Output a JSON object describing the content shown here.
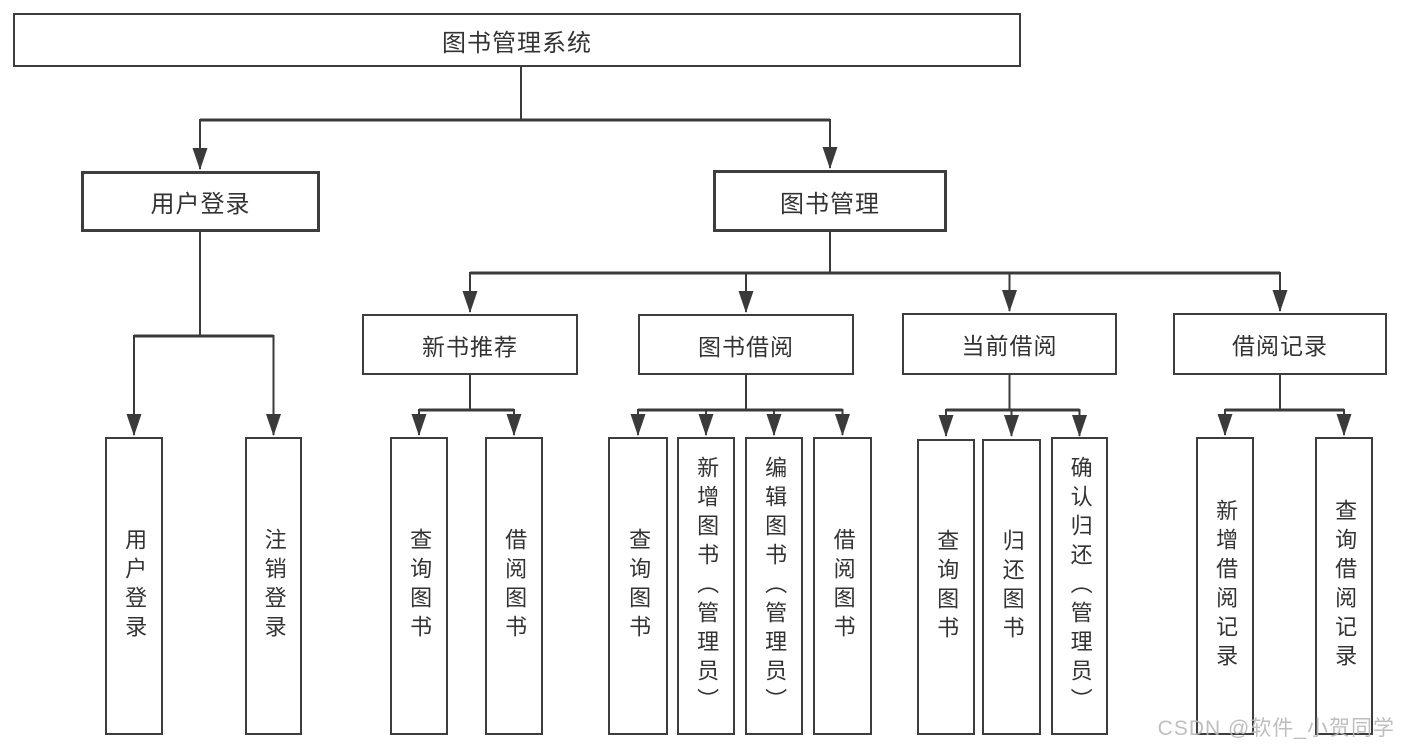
{
  "diagram": {
    "root": {
      "label": "图书管理系统"
    },
    "level2": {
      "user_login": {
        "label": "用户登录"
      },
      "book_mgmt": {
        "label": "图书管理"
      }
    },
    "level3": {
      "new_books": {
        "label": "新书推荐"
      },
      "borrowing": {
        "label": "图书借阅"
      },
      "current": {
        "label": "当前借阅"
      },
      "records": {
        "label": "借阅记录"
      }
    },
    "leaves": {
      "user_login": [
        "用户登录",
        "注销登录"
      ],
      "new_books": [
        "查询图书",
        "借阅图书"
      ],
      "borrowing": [
        "查询图书",
        "新增图书（管理员）",
        "编辑图书（管理员）",
        "借阅图书"
      ],
      "current": [
        "查询图书",
        "归还图书",
        "确认归还（管理员）"
      ],
      "records": [
        "新增借阅记录",
        "查询借阅记录"
      ]
    }
  },
  "watermark": {
    "text": "CSDN @软件_小贺同学"
  },
  "colors": {
    "line": "#3a3a3a",
    "border": "#3d3d3d",
    "text": "#333333",
    "watermark": "#b8b8b8",
    "background": "#ffffff"
  }
}
